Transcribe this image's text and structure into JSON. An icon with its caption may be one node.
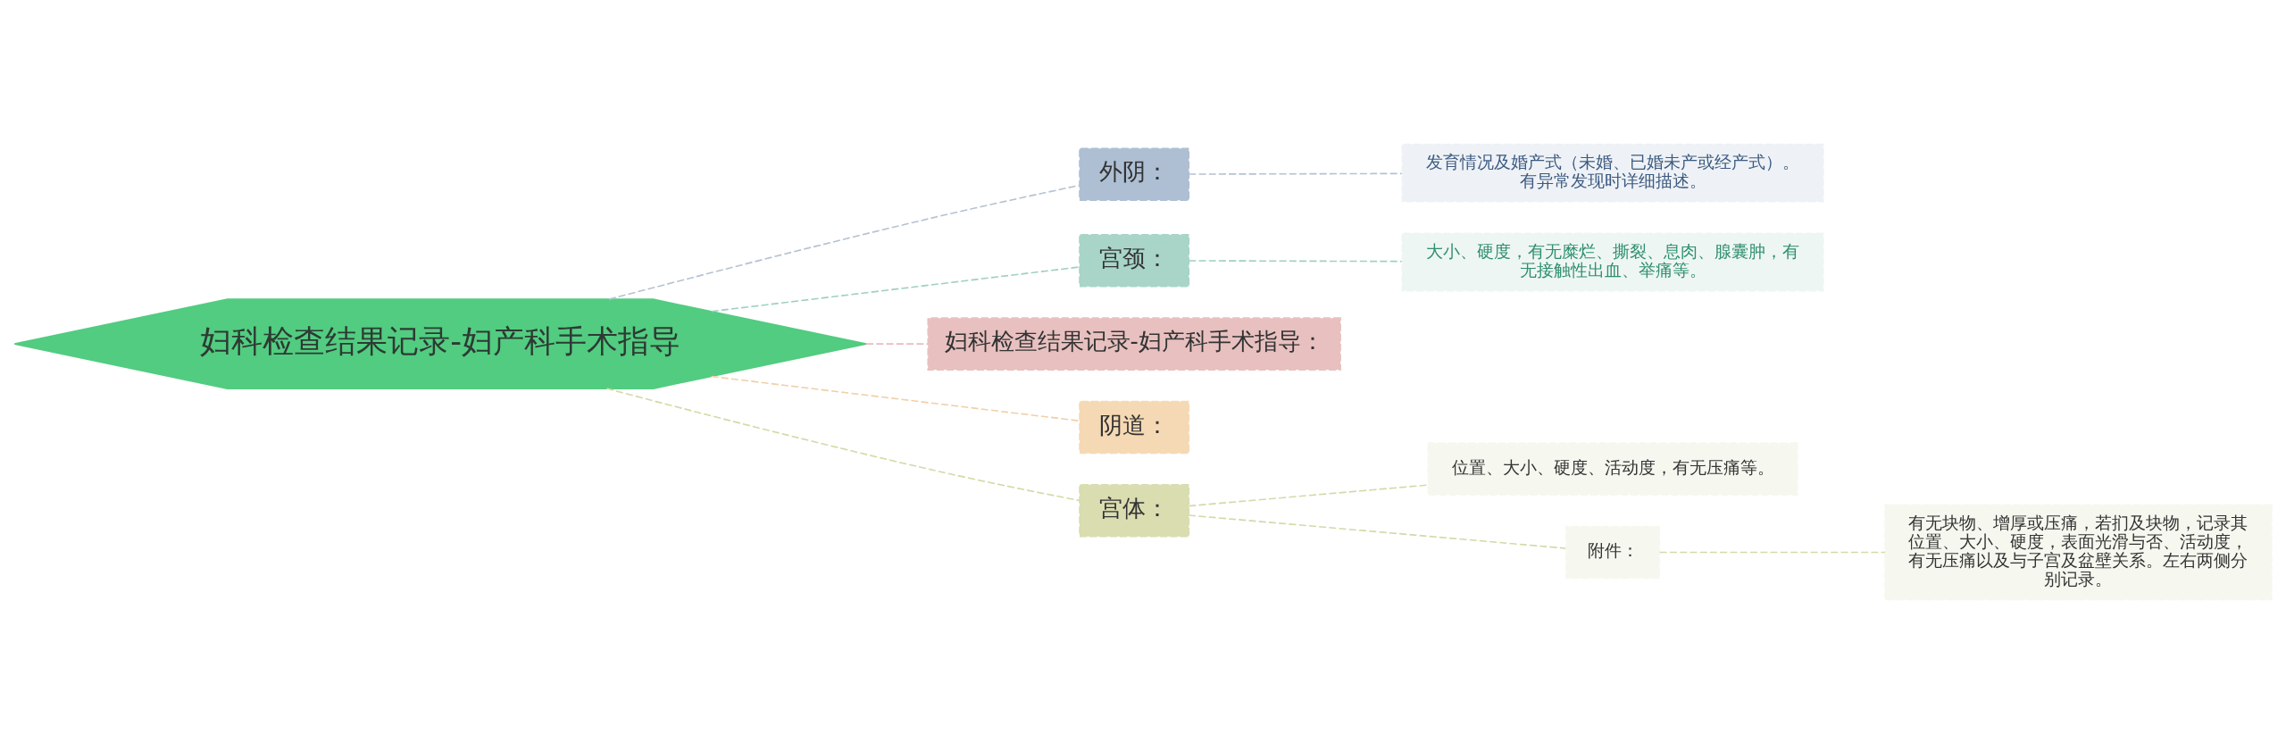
{
  "diagram": {
    "nodes": [
      {
        "text": [
          "妇科检查结果记录-妇产科手术指导"
        ]
      },
      {
        "text": [
          "外阴："
        ]
      },
      {
        "text": [
          "发育情况及婚产式（未婚、已婚未产或经产式）。有异常发现时详细描述。"
        ]
      },
      {
        "text": [
          "宫颈："
        ]
      },
      {
        "text": [
          "大小、硬度，有无糜烂、撕裂、息肉、腺囊肿，有无接触性出血、举痛等。"
        ]
      },
      {
        "text": [
          "妇科检查结果记录-妇产科手术指导："
        ]
      },
      {
        "text": [
          "阴道："
        ]
      },
      {
        "text": [
          "宫体："
        ]
      },
      {
        "text": [
          "位置、大小、硬度、活动度，有无压痛等。"
        ]
      },
      {
        "text": [
          "附件："
        ]
      },
      {
        "text": [
          "有无块物、增厚或压痛，若扪及块物，记录其位置、大小、硬度，表面光滑与否、活动度，有无压痛以及与子宫及盆壁关系。左右两侧分别记录。"
        ]
      }
    ],
    "edges": [
      {
        "from": 0,
        "to": 1,
        "arrow": "none",
        "style": "dashed",
        "color": "#b4c2d2"
      },
      {
        "from": 1,
        "to": 2,
        "arrow": "none",
        "style": "dashed",
        "color": "#b4c2d2"
      },
      {
        "from": 0,
        "to": 3,
        "arrow": "none",
        "style": "dashed",
        "color": "#9fd0c2"
      },
      {
        "from": 3,
        "to": 4,
        "arrow": "none",
        "style": "dashed",
        "color": "#9fd0c2"
      },
      {
        "from": 0,
        "to": 5,
        "arrow": "none",
        "style": "dashed",
        "color": "#e8bcbc"
      },
      {
        "from": 0,
        "to": 6,
        "arrow": "none",
        "style": "dashed",
        "color": "#f0d0a8"
      },
      {
        "from": 0,
        "to": 7,
        "arrow": "none",
        "style": "dashed",
        "color": "#d4d9a8"
      },
      {
        "from": 7,
        "to": 8,
        "arrow": "none",
        "style": "dashed",
        "color": "#d4d9a8"
      },
      {
        "from": 7,
        "to": 9,
        "arrow": "none",
        "style": "dashed",
        "color": "#d4d9a8"
      },
      {
        "from": 9,
        "to": 10,
        "arrow": "none",
        "style": "dashed",
        "color": "#d4d9a8"
      }
    ]
  }
}
